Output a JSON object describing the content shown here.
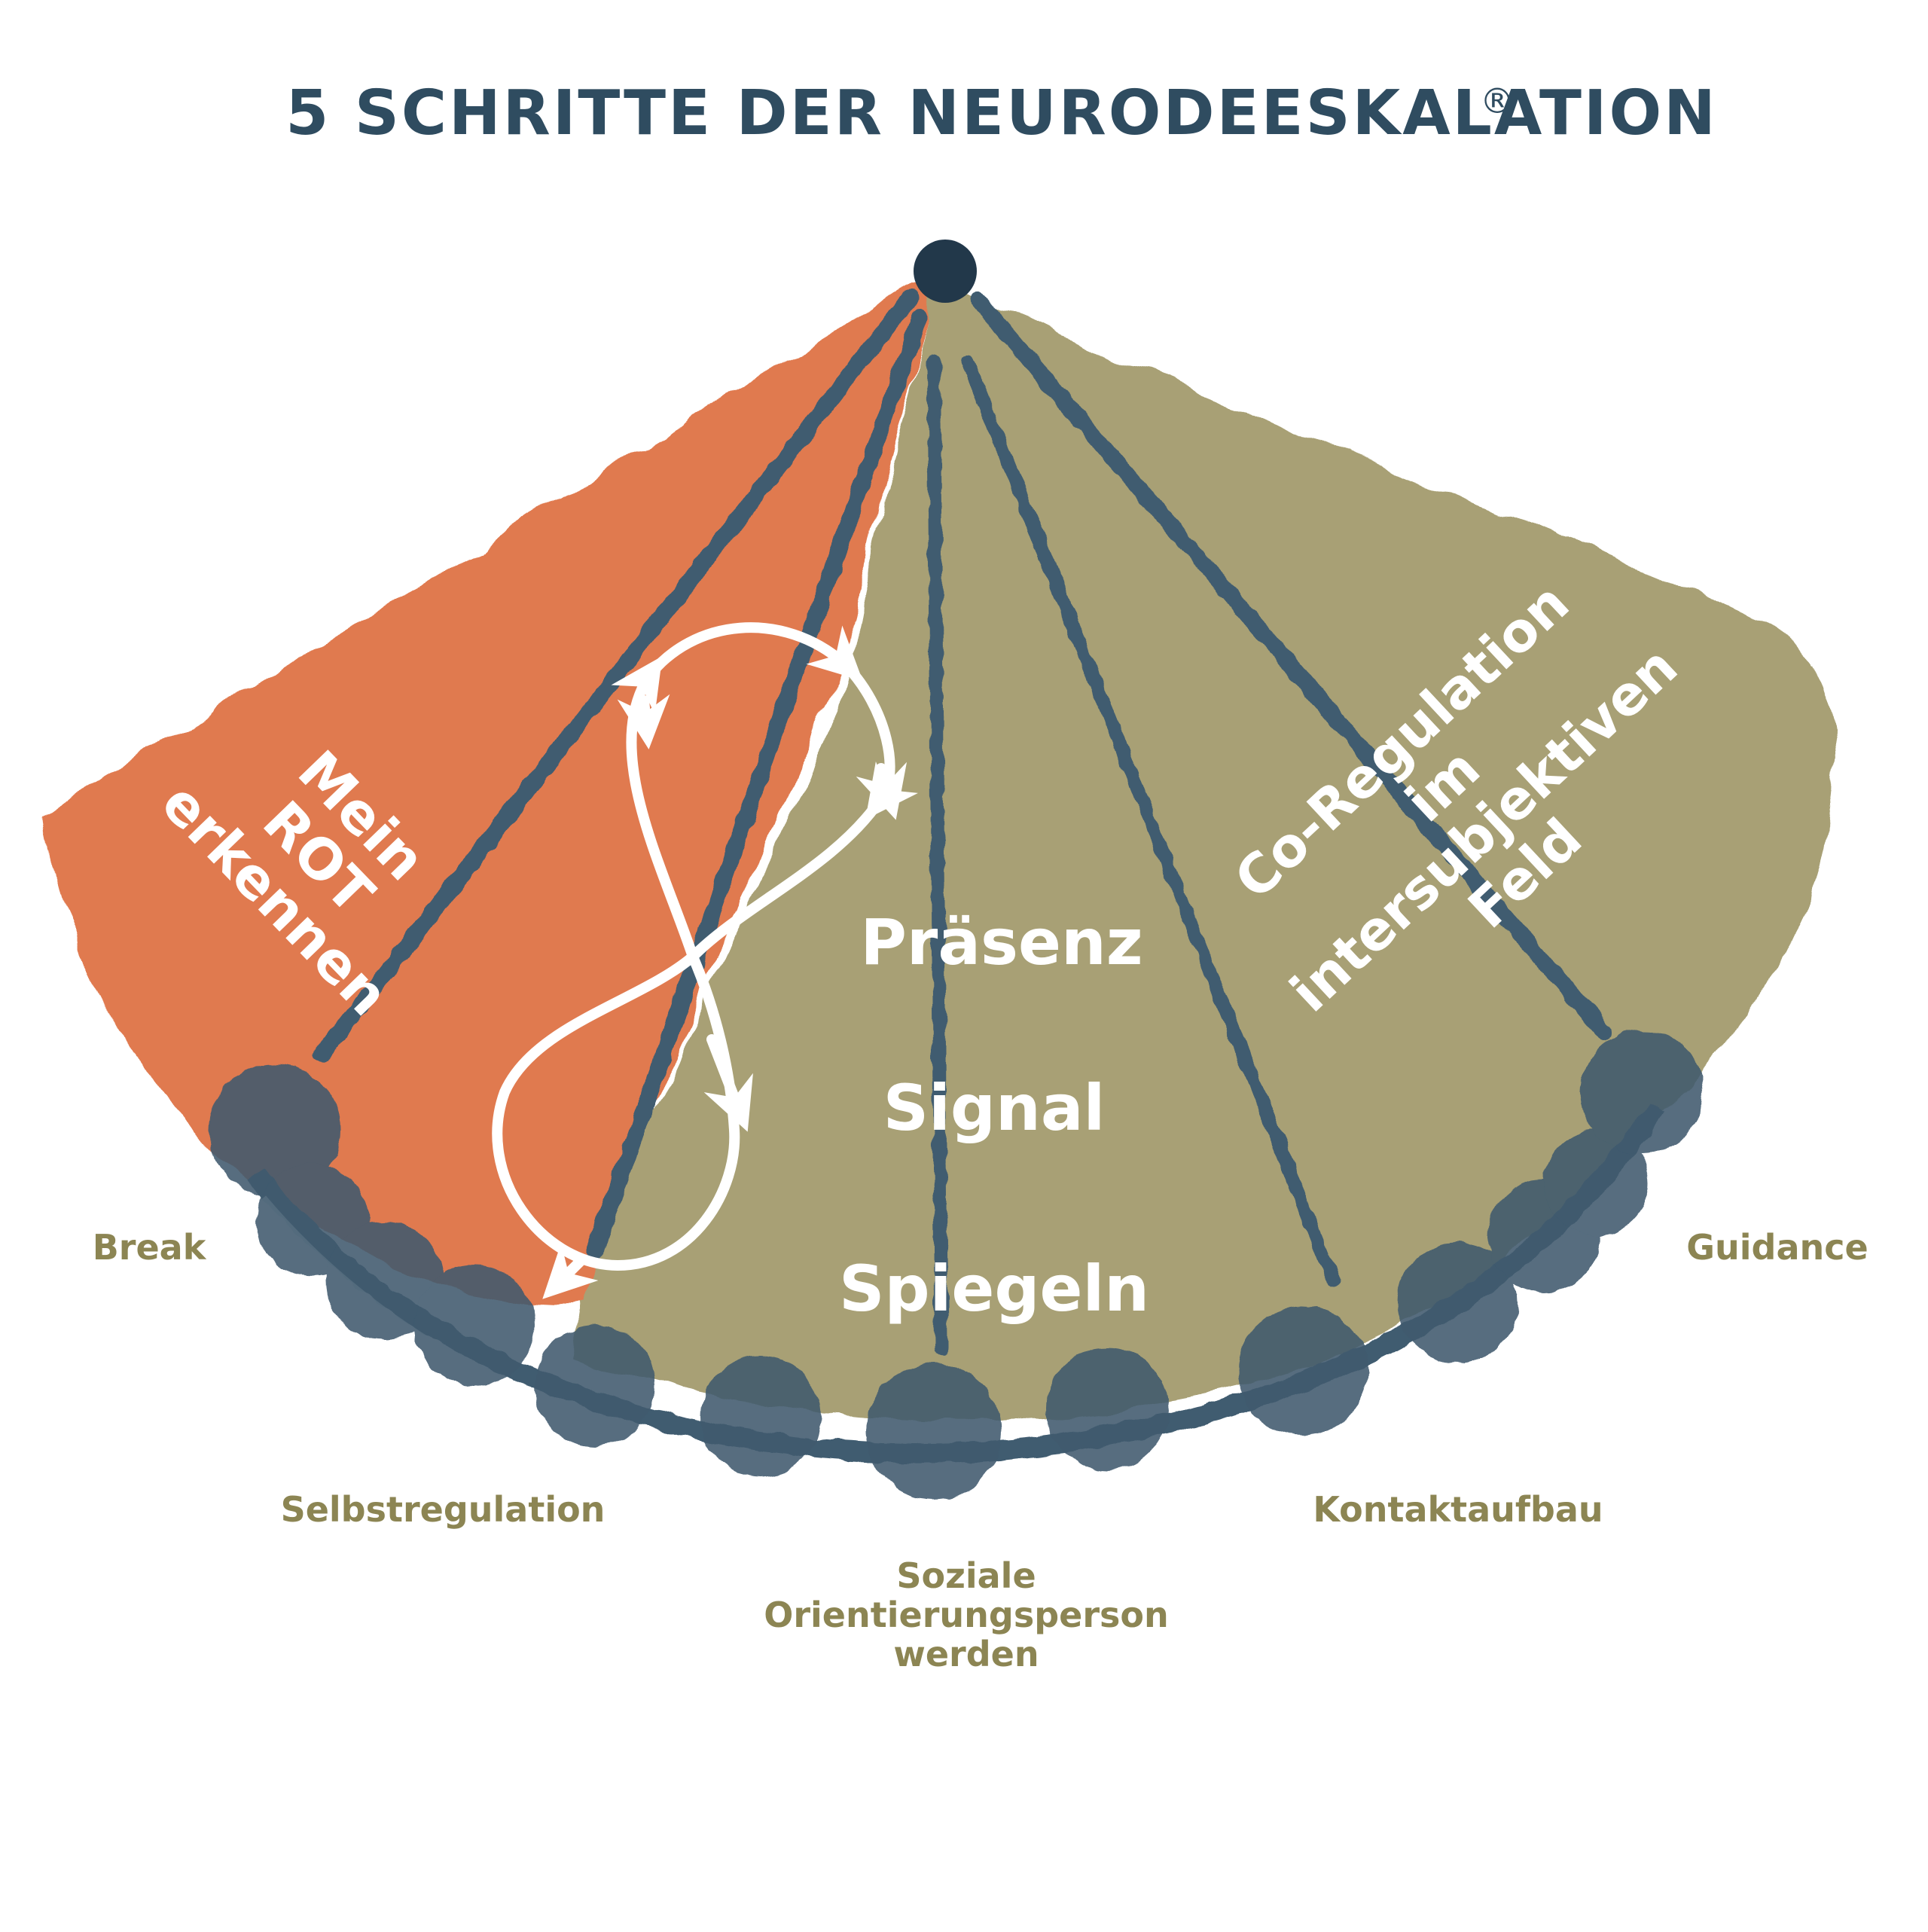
{
  "title": {
    "text": "5 SCHRITTE DER NEURODEESKALATION",
    "mark": "®"
  },
  "colors": {
    "title": "#2f4c60",
    "red_sector": "#e07a4f",
    "olive_sector": "#a8a074",
    "lines": "#3f5c70",
    "circles": "#3f5a6e",
    "labels_olive": "#8c8553",
    "labels_white": "#ffffff"
  },
  "sector_labels": {
    "mein_rot": [
      "Mein",
      "ROT",
      "erkennen"
    ],
    "co_regulation": [
      "Co-Regulation",
      "im",
      "intersubjektiven",
      "Feld"
    ]
  },
  "center_labels": {
    "praesenz": "Präsenz",
    "signal": "Signal",
    "spiegeln": "Spiegeln"
  },
  "step_labels": {
    "break": "Break",
    "selbstregulation": "Selbstregulation",
    "soziale": [
      "Soziale",
      "Orientierungsperson",
      "werden"
    ],
    "kontaktaufbau": "Kontaktaufbau",
    "guidance": "Guidance"
  },
  "icons": {
    "loop": "infinity-loop-icon",
    "pivot": "pivot-dot-icon"
  }
}
